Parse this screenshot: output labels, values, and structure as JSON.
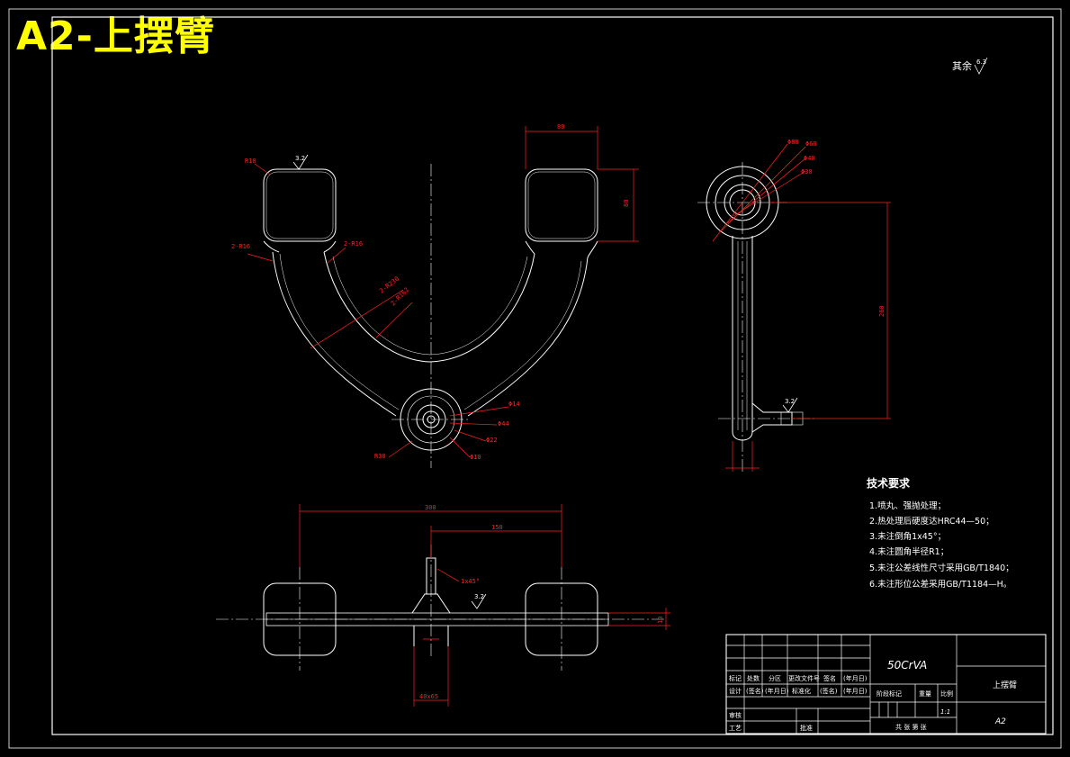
{
  "title": "A2-上摆臂",
  "surface_note": "其余",
  "surface_value": "6.3",
  "roughness_labels": [
    "3.2",
    "3.2",
    "3.2"
  ],
  "tech_requirements": {
    "heading": "技术要求",
    "items": [
      "1.喷丸、强抛处理；",
      "2.热处理后硬度达HRC44—50；",
      "3.未注倒角1x45°；",
      "4.未注圆角半径R1；",
      "5.未注公差线性尺寸采用GB/T1840；",
      "6.未注形位公差采用GB/T1184—H。"
    ]
  },
  "dimensions": {
    "front_top_width": "80",
    "front_height": "80",
    "r_top_left": "R10",
    "r_left_blend": "2-R16",
    "r_right_blend": "2-R16",
    "r_outer_arc": "2-R230",
    "r_inner_arc": "2-R162",
    "d_center_1": "Φ14",
    "d_center_2": "Φ44",
    "d_center_3": "Φ22",
    "d_center_4": "Φ10",
    "r_bottom": "R30",
    "side_d1": "Φ80",
    "side_d2": "Φ60",
    "side_d3": "Φ40",
    "side_d4": "Φ30",
    "side_length": "260",
    "plan_width": "300",
    "plan_half": "150",
    "plan_chamfer": "1x45°",
    "plan_thickness": "10",
    "plan_hole": "40x65"
  },
  "title_block": {
    "material": "50CrVA",
    "part_name": "上摆臂",
    "drawing_no": "A2",
    "scale": "1:1",
    "row_labels": [
      "标记",
      "处数",
      "分区",
      "更改文件号",
      "签名",
      "(年月日)"
    ],
    "design_row": [
      "设计",
      "(签名)",
      "(年月日)",
      "标准化",
      "(签名)",
      "(年月日)"
    ],
    "stage_label": "阶段标记",
    "weight_label": "重量",
    "scale_label": "比例",
    "review_label": "审核",
    "process_label": "工艺",
    "approve_label": "批准",
    "sheets_label": "共 张 第 张"
  }
}
